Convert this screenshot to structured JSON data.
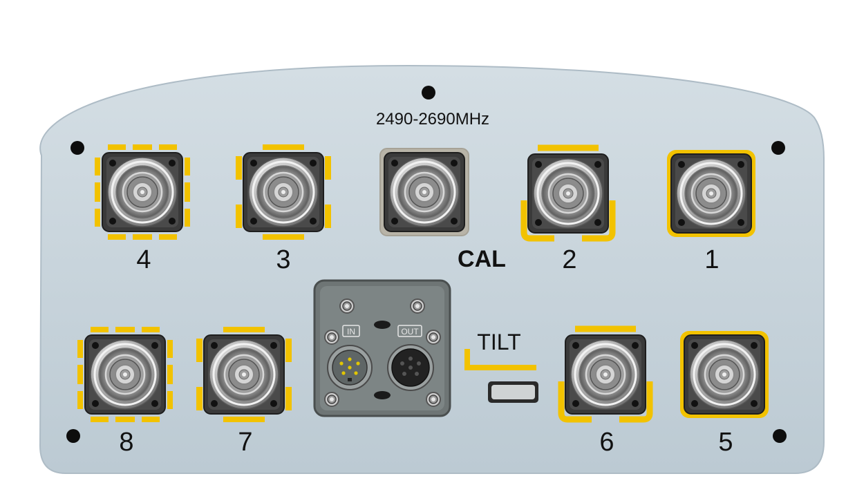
{
  "panel": {
    "frequency_label": "2490-2690MHz",
    "cal_label": "CAL",
    "tilt_label": "TILT",
    "in_label": "IN",
    "out_label": "OUT"
  },
  "ports": [
    {
      "id": "4",
      "label": "4",
      "marking": "dashed"
    },
    {
      "id": "3",
      "label": "3",
      "marking": "sides"
    },
    {
      "id": "cal",
      "label": "",
      "marking": "gray-frame"
    },
    {
      "id": "2",
      "label": "2",
      "marking": "top-bottom-brackets"
    },
    {
      "id": "1",
      "label": "1",
      "marking": "full-frame"
    },
    {
      "id": "8",
      "label": "8",
      "marking": "dashed"
    },
    {
      "id": "7",
      "label": "7",
      "marking": "sides"
    },
    {
      "id": "6",
      "label": "6",
      "marking": "top-bottom-brackets"
    },
    {
      "id": "5",
      "label": "5",
      "marking": "full-frame"
    }
  ],
  "colors": {
    "panel": "#c6d3db",
    "accent": "#f2c200",
    "connector_body": "#333333",
    "cal_frame": "#b8b4a8"
  },
  "icons": [
    "coaxial-connector-icon",
    "aisg-connector-icon",
    "tilt-switch-icon",
    "mounting-hole-icon"
  ]
}
